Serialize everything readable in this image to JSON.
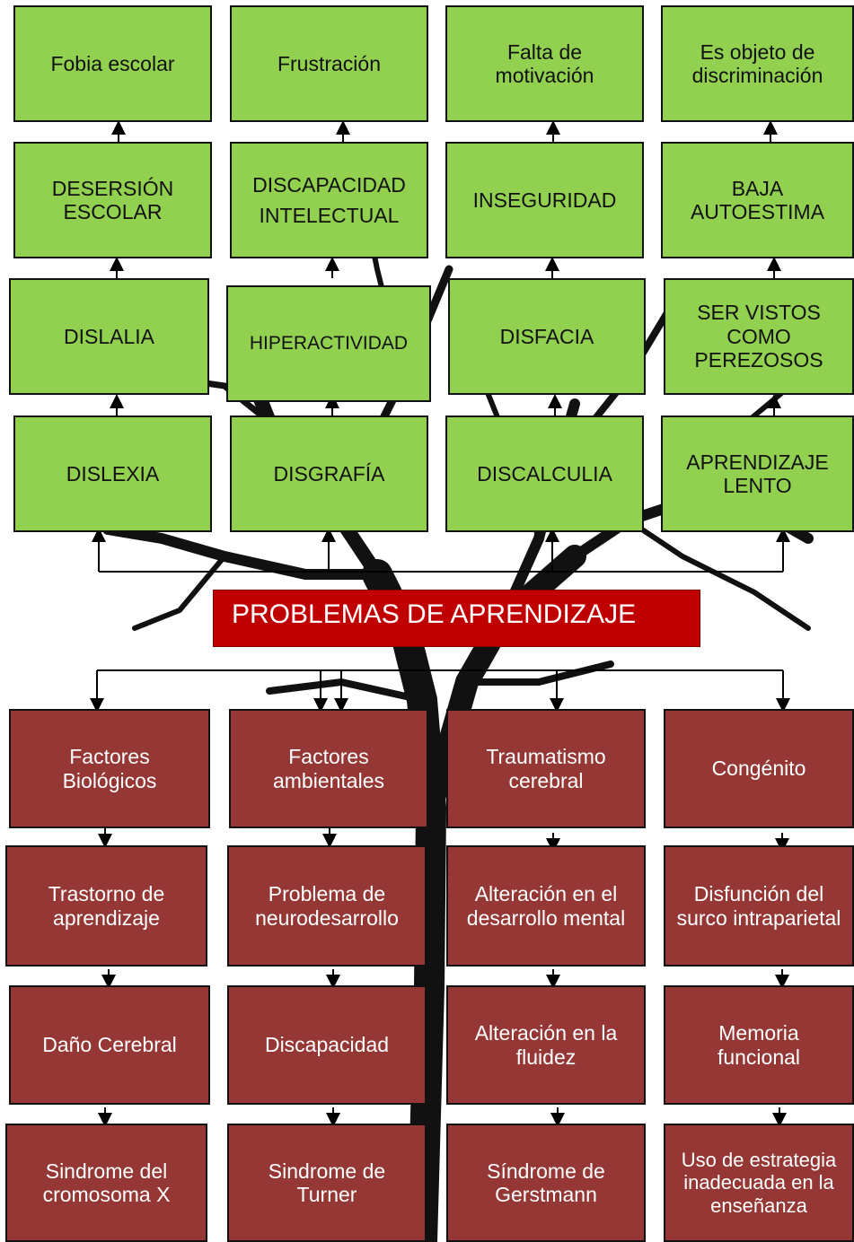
{
  "title": "PROBLEMAS DE APRENDIZAJE",
  "colors": {
    "effect_fill": "#92d050",
    "cause_fill": "#953735",
    "title_fill": "#c00000",
    "trunk": "#111111"
  },
  "effects": {
    "row1": [
      "Fobia escolar",
      "Frustración",
      "Falta de\nmotivación",
      "Es objeto de\ndiscriminación"
    ],
    "row2": [
      "DESERSIÓN\nESCOLAR",
      "DISCAPACIDAD\nINTELECTUAL",
      "INSEGURIDAD",
      "BAJA\nAUTOESTIMA"
    ],
    "row3": [
      "DISLALIA",
      "HIPERACTIVIDAD",
      "DISFACIA",
      "SER VISTOS\nCOMO\nPEREZOSOS"
    ],
    "row4": [
      "DISLEXIA",
      "DISGRAFÍA",
      "DISCALCULIA",
      "APRENDIZAJE\nLENTO"
    ]
  },
  "causes": {
    "row1": [
      "Factores\nBiológicos",
      "Factores\nambientales",
      "Traumatismo\ncerebral",
      "Congénito"
    ],
    "row2": [
      "Trastorno de\naprendizaje",
      "Problema de\nneurodesarrollo",
      "Alteración en el\ndesarrollo mental",
      "Disfunción del\nsurco intraparietal"
    ],
    "row3": [
      "Daño Cerebral",
      "Discapacidad",
      "Alteración en la\nfluidez",
      "Memoria\nfuncional"
    ],
    "row4": [
      "Sindrome del\ncromosoma X",
      "Sindrome de\nTurner",
      "Síndrome de\nGerstmann",
      "Uso de estrategia\ninadecuada en la\nenseñanza"
    ]
  }
}
